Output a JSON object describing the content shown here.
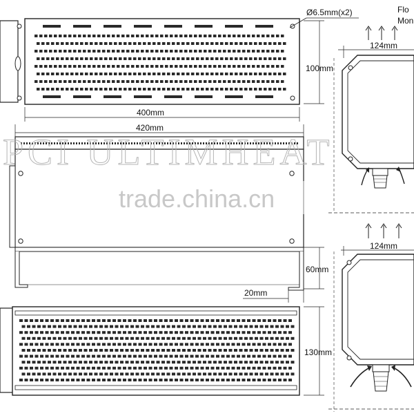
{
  "watermark": {
    "brand": "PCI  ULTIMHEAT",
    "site": "trade.china.cn"
  },
  "dimensions": {
    "hole": "Ø6.5mm(x2)",
    "width_inner": "400mm",
    "width_outer": "420mm",
    "height_top": "100mm",
    "height_mid": "60mm",
    "bracket": "20mm",
    "height_bottom": "130mm",
    "box_width_top": "124mm",
    "box_width_bottom": "124mm"
  },
  "labels": {
    "floor_1": "Flo",
    "floor_2": "Mon"
  },
  "colors": {
    "line": "#222222",
    "fill": "#ffffff",
    "watermark": "#b5b5b5"
  }
}
